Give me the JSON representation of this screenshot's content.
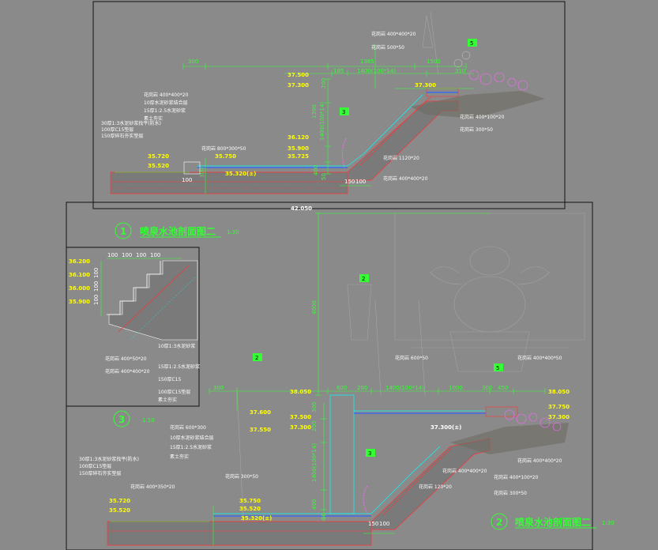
{
  "colors": {
    "background": "#8a8a8a",
    "frame": "#111111",
    "dimension": "#33ff33",
    "elevation": "#ffff00",
    "note": "#ffffff",
    "water": "#00ffff",
    "section": "#ff3333",
    "fill": "#7a7a7a",
    "plant": "#ff66ff"
  },
  "top_section": {
    "dims_top": [
      "300",
      "1385",
      "1500",
      "185",
      "1400(100*14)",
      "310"
    ],
    "dims_vertical": [
      "200",
      "1390",
      "1400(100*14)",
      "300",
      "400",
      "50"
    ],
    "dims_bottom": [
      "100",
      "150",
      "100"
    ],
    "elevations": [
      "37.500",
      "37.300",
      "37.300",
      "36.120",
      "35.900",
      "35.750",
      "35.725",
      "35.720",
      "35.520",
      "35.320(±)"
    ],
    "callouts": [
      "3",
      "5"
    ],
    "notes_left": [
      "30厚1:3水泥砂浆找平(防水)",
      "100厚C15垫层",
      "150厚碎石夯实垫层"
    ],
    "notes_mid": [
      "花岗岩  400*400*20",
      "10厚水泥砂浆结合层",
      "15厚1:2.5水泥砂浆",
      "素土夯实",
      "花岗岩 800*300*50"
    ],
    "notes_right_top": [
      "花岗岩 400*400*20",
      "花岗岩 500*50"
    ],
    "notes_right": [
      "花岗岩 400*100*20",
      "花岗岩 300*50"
    ],
    "notes_bottom": [
      "花岗岩 400*400*20",
      "花岗岩 1120*20"
    ]
  },
  "bottom_section": {
    "title": "喷泉水池剖面图二",
    "title_number": "2",
    "scale": "1:30",
    "dims_top": [
      "300",
      "600",
      "200",
      "1400(100*14)",
      "1000",
      "300",
      "450"
    ],
    "dims_vertical": [
      "4000",
      "300",
      "200",
      "1400(100*14)",
      "400",
      "50"
    ],
    "dims_bottom": [
      "150",
      "100"
    ],
    "elevations_top": [
      "42.050",
      "38.050",
      "38.050",
      "37.750",
      "37.300"
    ],
    "elevations": [
      "37.600",
      "37.500",
      "37.300",
      "37.550",
      "37.300(±)",
      "35.750",
      "35.520",
      "35.720",
      "35.520",
      "35.320(±)"
    ],
    "callouts": [
      "2",
      "2",
      "3",
      "5"
    ],
    "notes_left": [
      "30厚1:3水泥砂浆找平(防水)",
      "100厚C15垫层",
      "150厚碎石夯实垫层",
      "花岗岩 400*350*20"
    ],
    "notes_mid": [
      "花岗岩 600*300",
      "10厚水泥砂浆结合层",
      "15厚1:2.5水泥砂浆",
      "素土夯实",
      "花岗岩 300*50"
    ],
    "notes_right": [
      "花岗岩 400*400*20",
      "花岗岩 400*100*20",
      "花岗岩 300*50",
      "花岗岩 120*20",
      "花岗岩 400*400*20"
    ],
    "notes_top": [
      "花岗岩 400*400*50",
      "花岗岩 600*50"
    ]
  },
  "top_title": {
    "title": "喷泉水池剖面图二",
    "title_number": "1",
    "scale": "1:30"
  },
  "detail": {
    "number": "3",
    "scale": "1:10",
    "dims_top": [
      "100",
      "100",
      "100",
      "100"
    ],
    "dims_vertical": [
      "100",
      "100",
      "100"
    ],
    "elevations": [
      "36.200",
      "36.100",
      "36.000",
      "35.900"
    ],
    "notes": [
      "花岗岩 400*50*20",
      "花岗岩 400*400*20",
      "10厚1:3水泥砂浆",
      "15厚1:2.5水泥砂浆",
      "150厚C15",
      "100厚C15垫层",
      "素土夯实"
    ]
  }
}
